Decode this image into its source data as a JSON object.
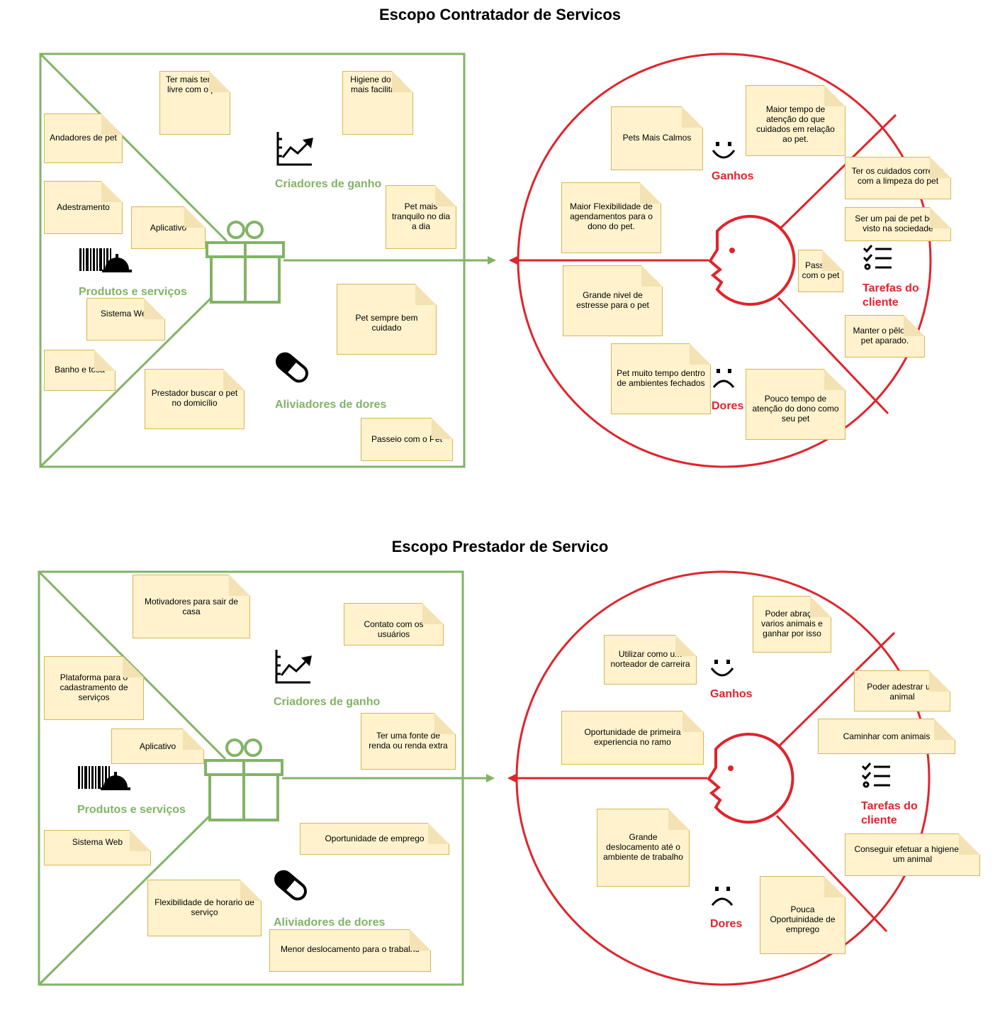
{
  "colors": {
    "green": "#82b366",
    "red": "#e0242c",
    "note_fill": "#fff2cc",
    "note_border": "#d6b656"
  },
  "icons": [
    "chart-up-icon",
    "pill-icon",
    "barcode-icon",
    "service-bell-icon",
    "gift-icon",
    "smile-icon",
    "frown-icon",
    "checklist-icon",
    "customer-face-icon",
    "arrow-icon"
  ],
  "section1": {
    "title": "Escopo Contratador de Servicos",
    "value_map": {
      "gain_creators_label": "Criadores de ganho",
      "pain_relievers_label": "Aliviadores de dores",
      "products_label": "Produtos e serviços",
      "notes": [
        "Ter mais tempo livre com o pet",
        "Higiene do pet mais facilitada",
        "Andadores de pet",
        "Adestramento",
        "Aplicativo",
        "Pet mais tranquilo no dia a dia",
        "Sistema Web",
        "Pet sempre bem cuidado",
        "Banho e tosa",
        "Prestador buscar o pet no domicílio",
        "Passeio com o Pet"
      ]
    },
    "customer_profile": {
      "gains_label": "Ganhos",
      "pains_label": "Dores",
      "jobs_label": "Tarefas do\ncliente",
      "notes": [
        "Maior tempo de atenção do que cuidados em relação ao pet.",
        "Pets Mais Calmos",
        "Ter os cuidados corretos com a limpeza do pet",
        "Maior Flexibilidade de agendamentos para o dono do pet.",
        "Ser um pai de pet bem visto na sociedade",
        "Passear com o pet",
        "Grande nivel de estresse para o pet",
        "Manter o pêlo do pet aparado.",
        "Pet muito tempo dentro de ambientes fechados",
        "Pouco tempo de atenção do dono como seu pet"
      ]
    }
  },
  "section2": {
    "title": "Escopo Prestador de Servico",
    "value_map": {
      "gain_creators_label": "Criadores de ganho",
      "pain_relievers_label": "Aliviadores de dores",
      "products_label": "Produtos e serviços",
      "notes": [
        "Motivadores para sair de casa",
        "Contato com os usuários",
        "Plataforma para o cadastramento de serviços",
        "Aplicativo",
        "Ter uma fonte de renda ou renda extra",
        "Sistema Web",
        "Oportunidade de emprego",
        "Flexibilidade de horario de serviço",
        "Menor deslocamento para o trabalho"
      ]
    },
    "customer_profile": {
      "gains_label": "Ganhos",
      "pains_label": "Dores",
      "jobs_label": "Tarefas do\ncliente",
      "notes": [
        "Poder abraçar varios animais e ganhar por isso",
        "Utilizar como um norteador de carreira",
        "Poder adestrar um animal",
        "Caminhar com animais",
        "Oportunidade de primeira experiencia no ramo",
        "Grande deslocamento até o ambiente de trabalho",
        "Conseguir efetuar a higiene de um animal",
        "Pouca Oportuinidade de emprego"
      ]
    }
  }
}
